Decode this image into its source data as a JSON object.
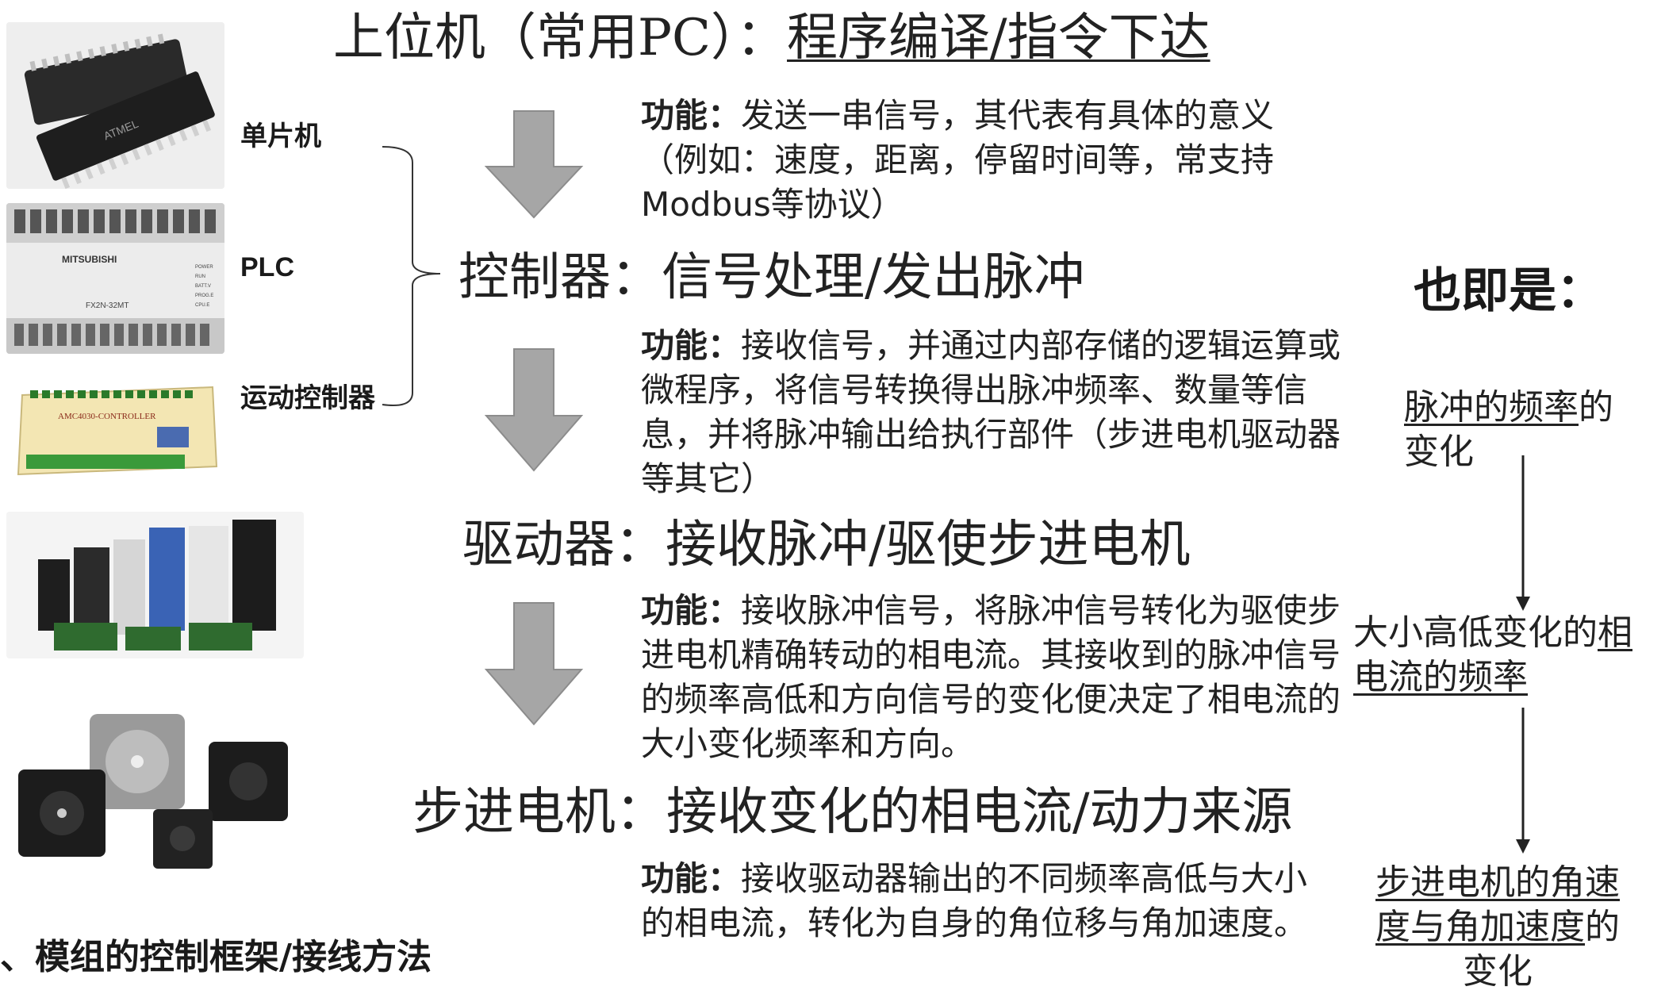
{
  "top": {
    "prefix": "上位机（常用PC）：",
    "underlined": "程序编译/指令下达"
  },
  "stages": [
    {
      "title": "控制器：信号处理/发出脉冲"
    },
    {
      "title": "驱动器：接收脉冲/驱使步进电机"
    },
    {
      "title": "步进电机：接收变化的相电流/动力来源"
    }
  ],
  "functions": [
    {
      "key": "功能：",
      "text": "发送一串信号，其代表有具体的意义（例如：速度，距离，停留时间等，常支持Modbus等协议）"
    },
    {
      "key": "功能：",
      "text": "接收信号，并通过内部存储的逻辑运算或微程序，将信号转换得出脉冲频率、数量等信息，并将脉冲输出给执行部件（步进电机驱动器等其它）"
    },
    {
      "key": "功能：",
      "text": "接收脉冲信号，将脉冲信号转化为驱使步进电机精确转动的相电流。其接收到的脉冲信号的频率高低和方向信号的变化便决定了相电流的大小变化频率和方向。"
    },
    {
      "key": "功能：",
      "text": "接收驱动器输出的不同频率高低与大小的相电流，转化为自身的角位移与角加速度。"
    }
  ],
  "left_labels": {
    "mcu": "单片机",
    "plc": "PLC",
    "motion": "运动控制器"
  },
  "left_images": {
    "mcu_chip_text": "ATMEL",
    "plc_brand": "MITSUBISHI",
    "plc_model": "FX2N-32MT",
    "plc_leds": [
      "POWER",
      "RUN",
      "BATT.V",
      "PROG.E",
      "CPU.E"
    ],
    "controller_text": "AMC4030-CONTROLLER"
  },
  "bottom_caption": "、模组的控制框架/接线方法",
  "right": {
    "heading": "也即是：",
    "item1": {
      "underlined": "脉冲的频率",
      "rest": "的",
      "line2": "变化"
    },
    "item2": {
      "line1a": "大小高低变化的",
      "line1b": "相",
      "line2": "电流的频率"
    },
    "item3": {
      "line1": "步进电机的角速",
      "line2u": "度与角加速度",
      "line2r": "的",
      "line3": "变化"
    }
  },
  "colors": {
    "arrow": "#a6a6a6",
    "arrow_stroke": "#8c8c8c",
    "text": "#222222"
  }
}
